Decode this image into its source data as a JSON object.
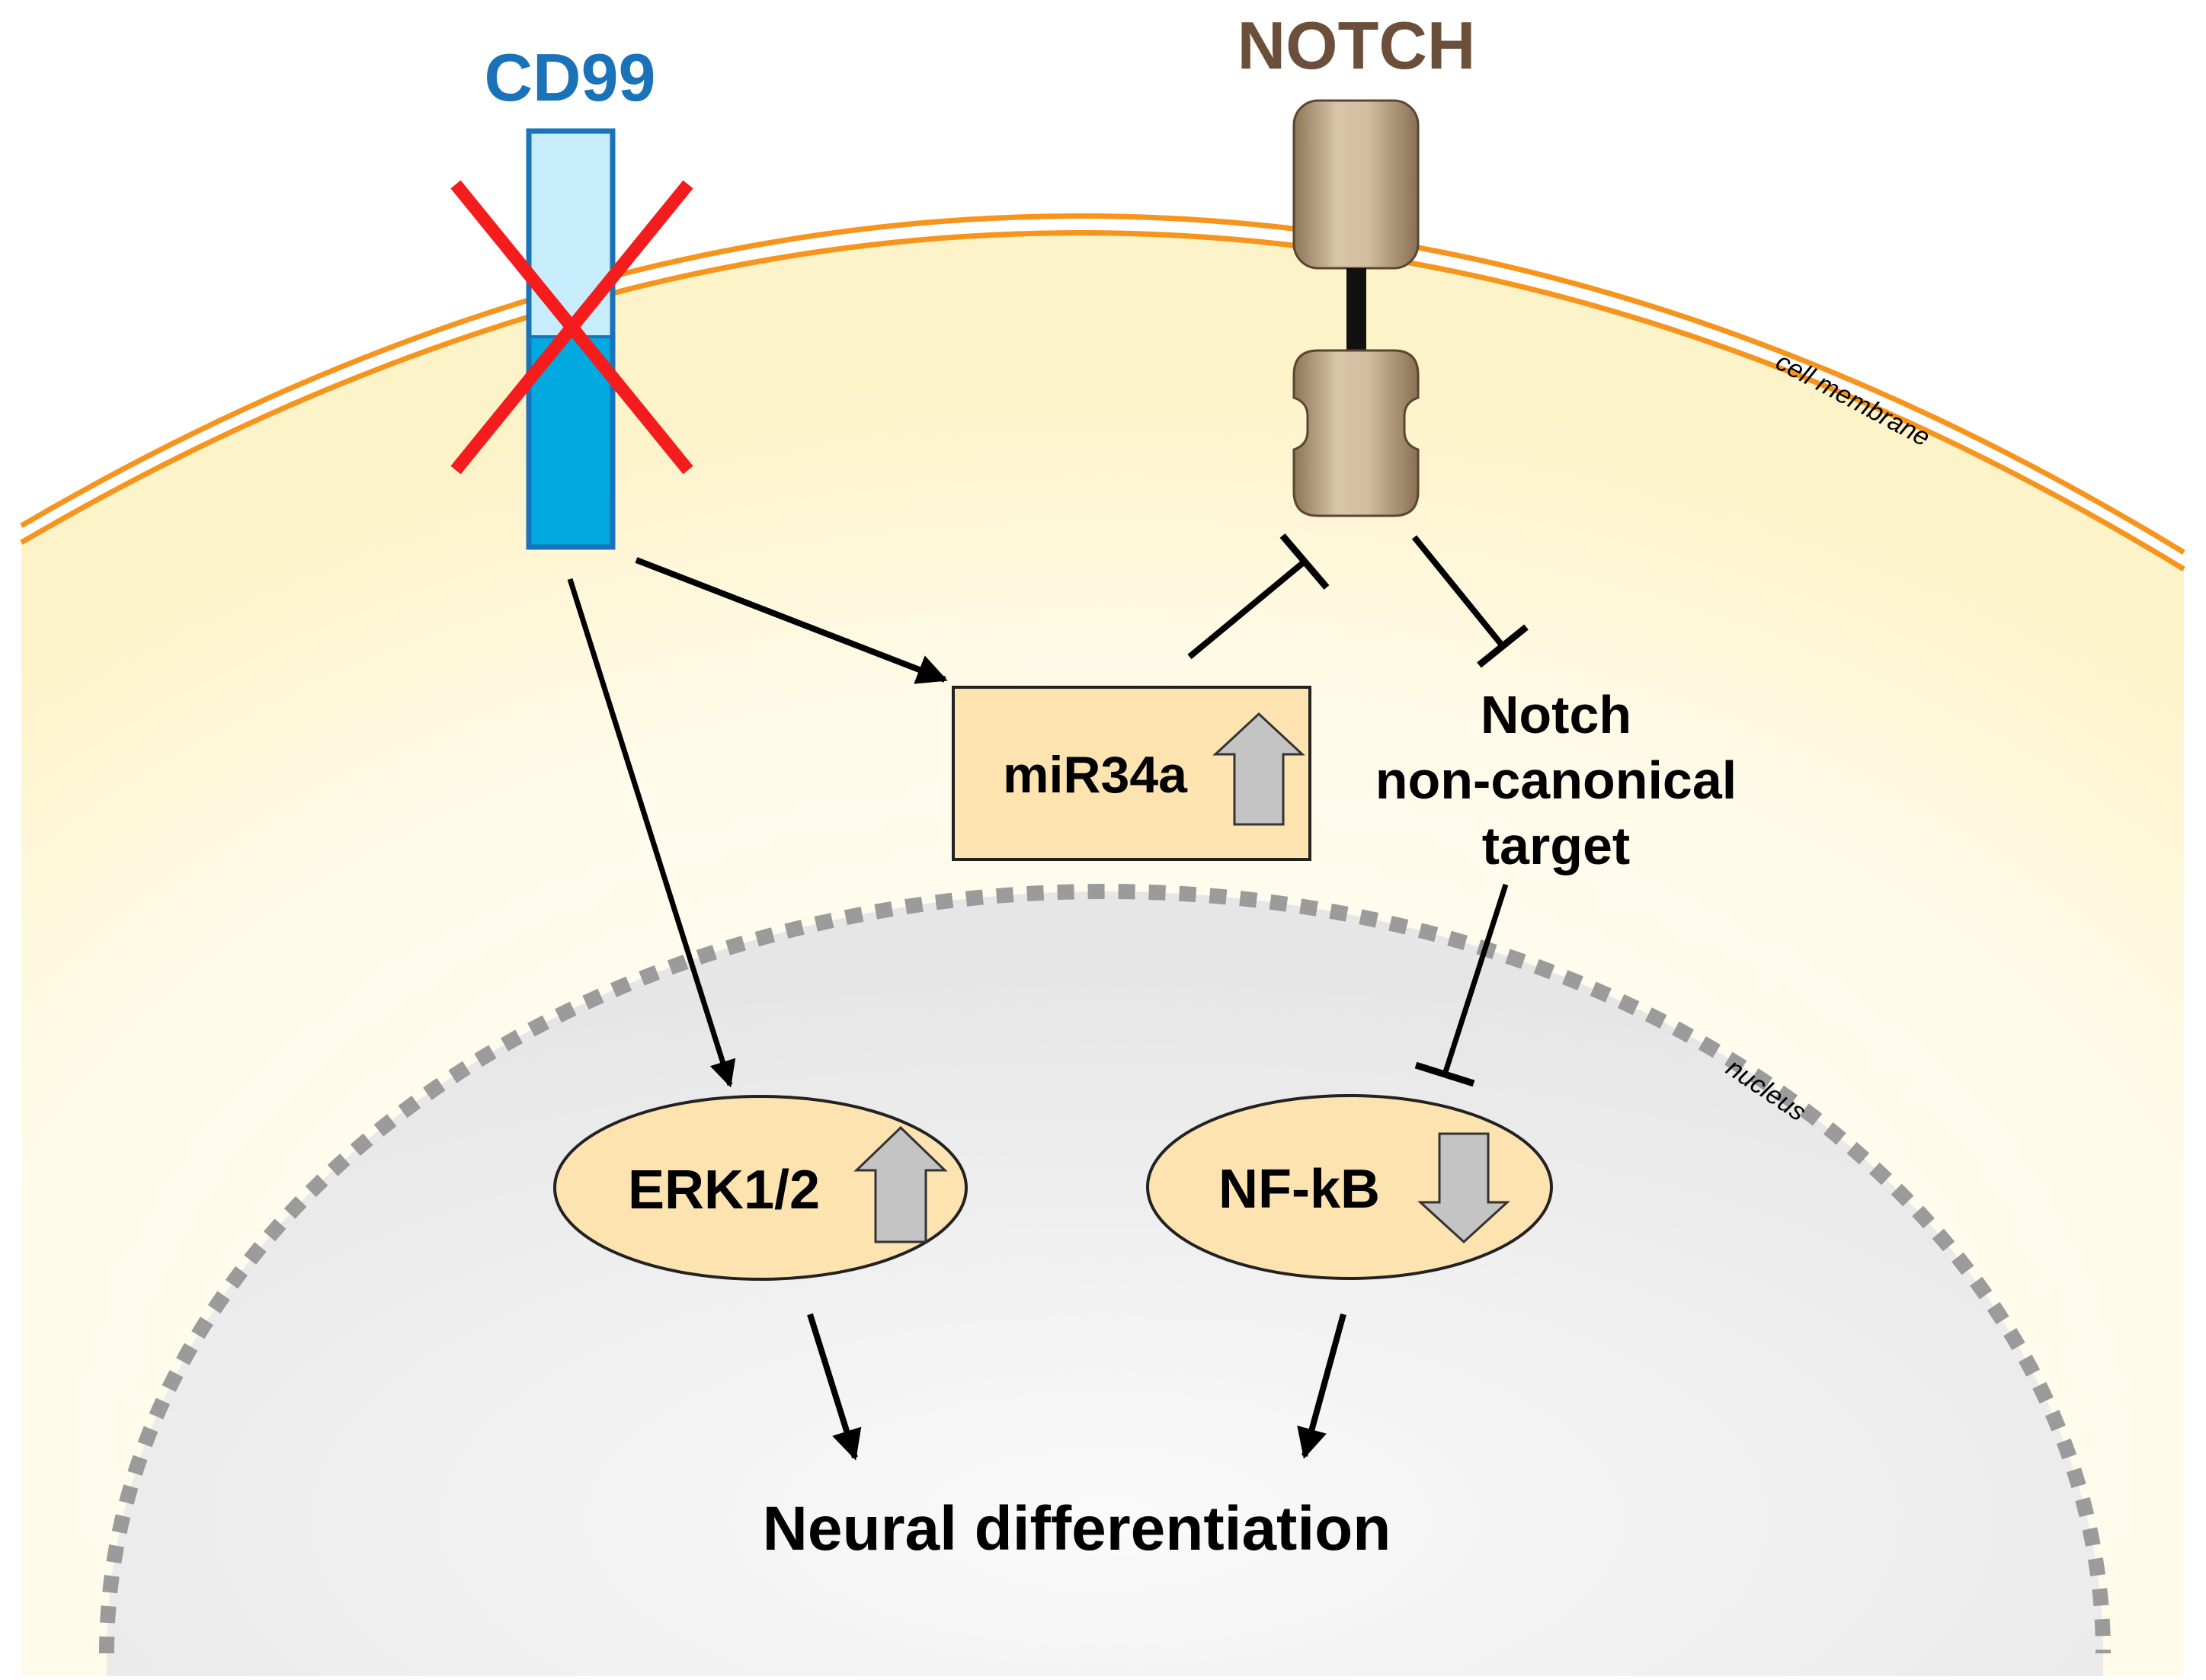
{
  "labels": {
    "cd99": "CD99",
    "notch_receptor": "NOTCH",
    "cell_membrane": "cell membrane",
    "nucleus": "nucleus",
    "mir34a": "miR34a",
    "notch_target_line1": "Notch",
    "notch_target_line2": "non-canonical",
    "notch_target_line3": "target",
    "erk": "ERK1/2",
    "nfkb": "NF-kB",
    "outcome": "Neural differentiation"
  },
  "states": {
    "cd99": "knocked-out",
    "mir34a": "up",
    "erk": "up",
    "nfkb": "down"
  },
  "colors": {
    "cd99_text": "#1a73b8",
    "cd99_extracellular": "#c7ecfb",
    "cd99_intracellular": "#00a9e0",
    "cd99_border": "#1a73b8",
    "knockout_cross": "#f41c1c",
    "notch_text": "#6b4f3a",
    "notch_body": "#b59e84",
    "membrane": "#f7941d",
    "cytoplasm": "#fffbe6",
    "nucleus_fill": "#f2f2f2",
    "nucleus_border": "#999999",
    "node_fill": "#fde3b0",
    "fold_arrow": "#c4c4c4"
  }
}
